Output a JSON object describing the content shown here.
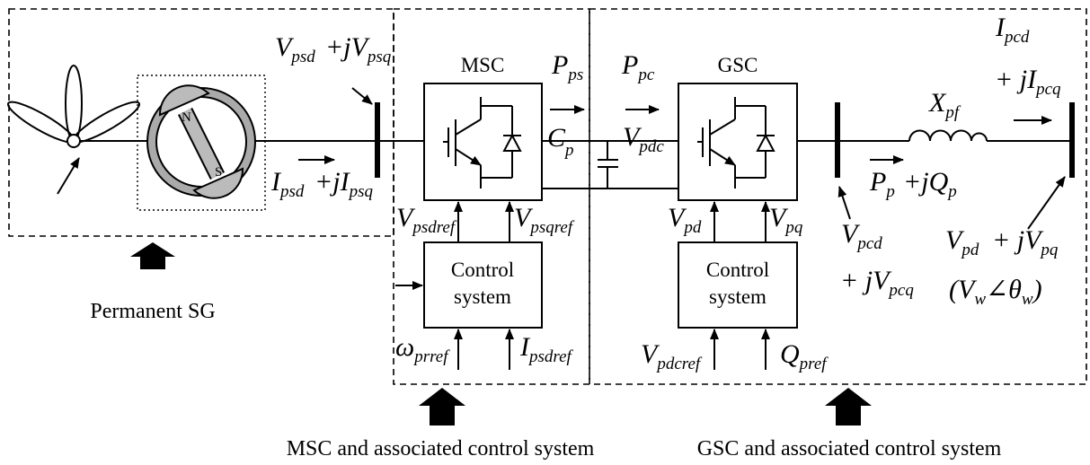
{
  "blocks": {
    "msc": "MSC",
    "gsc": "GSC",
    "control_msc": [
      "Control",
      "system"
    ],
    "control_gsc": [
      "Control",
      "system"
    ]
  },
  "captions": {
    "pmsg": "Permanent SG",
    "msc_group": "MSC and associated control system",
    "gsc_group": "GSC and associated control system"
  },
  "generator_poles": {
    "north": "N",
    "south": "S"
  },
  "variables": {
    "vpsd": {
      "base": "V",
      "sub": "psd"
    },
    "jvpsq": {
      "base": "+jV",
      "sub": "psq"
    },
    "ipsd": {
      "base": "I",
      "sub": "psd"
    },
    "jipsq": {
      "base": "+jI",
      "sub": "psq"
    },
    "pps": {
      "base": "P",
      "sub": "ps"
    },
    "cp": {
      "base": "C",
      "sub": "p"
    },
    "ppc": {
      "base": "P",
      "sub": "pc"
    },
    "vpdc": {
      "base": "V",
      "sub": "pdc"
    },
    "vpsdref": {
      "base": "V",
      "sub": "psdref"
    },
    "vpsqref": {
      "base": "V",
      "sub": "psqref"
    },
    "wpref": {
      "base": "ω",
      "sub": "prref"
    },
    "ipsdref": {
      "base": "I",
      "sub": "psdref"
    },
    "vpd_gsc": {
      "base": "V",
      "sub": "pd"
    },
    "vpq_gsc": {
      "base": "V",
      "sub": "pq"
    },
    "vpdcref": {
      "base": "V",
      "sub": "pdcref"
    },
    "qpref": {
      "base": "Q",
      "sub": "pref"
    },
    "ipcd": {
      "base": "I",
      "sub": "pcd"
    },
    "jipcq": {
      "base": "+ jI",
      "sub": "pcq"
    },
    "xpf": {
      "base": "X",
      "sub": "pf"
    },
    "pp": {
      "base": "P",
      "sub": "p"
    },
    "jqp": {
      "base": "+jQ",
      "sub": "p"
    },
    "vpcd": {
      "base": "V",
      "sub": "pcd"
    },
    "jvpcq": {
      "base": "+ jV",
      "sub": "pcq"
    },
    "vpd_grid": {
      "base": "V",
      "sub": "pd"
    },
    "jvpq_grid": {
      "base": "+  jV",
      "sub": "pq"
    },
    "vw_open": {
      "base": "(V",
      "sub": "w"
    },
    "thetaw": {
      "base": "∠θ",
      "sub": "w"
    },
    "vw_close": {
      "base": ")",
      "sub": ""
    }
  }
}
